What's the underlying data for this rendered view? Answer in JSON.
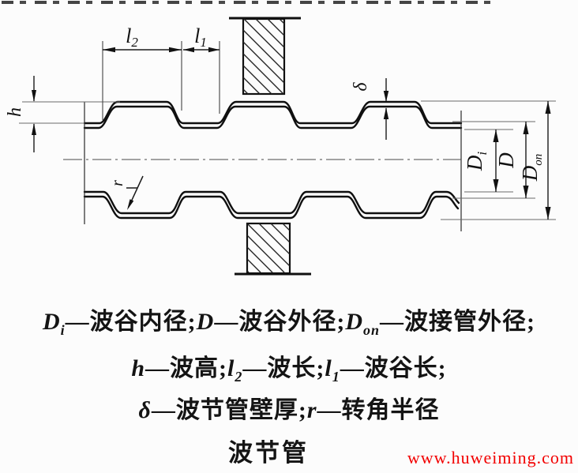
{
  "figure": {
    "caption": "波节管",
    "watermark": "www.huweiming.com",
    "colors": {
      "line": "#141414",
      "extension_line": "#6a6a6a",
      "watermark_red": "#f20000",
      "background": "#fcfcfc"
    }
  },
  "diagram": {
    "labels": {
      "h": {
        "main": "h",
        "sub": ""
      },
      "l2": {
        "main": "l",
        "sub": "2"
      },
      "l1": {
        "main": "l",
        "sub": "1"
      },
      "delta": {
        "main": "δ",
        "sub": ""
      },
      "r": {
        "main": "r",
        "sub": ""
      },
      "Di": {
        "main": "D",
        "sub": "i"
      },
      "D": {
        "main": "D",
        "sub": ""
      },
      "Don": {
        "main": "D",
        "sub": "on"
      }
    }
  },
  "legend": {
    "line1": {
      "v1": "D",
      "v1sub": "i",
      "t1": "—波谷内径;",
      "v2": "D",
      "t2": "—波谷外径;",
      "v3": "D",
      "v3sub": "on",
      "t3": "—波接管外径;"
    },
    "line2": {
      "v1": "h",
      "t1": "—波高;",
      "v2": "l",
      "v2sub": "2",
      "t2": "—波长;",
      "v3": "l",
      "v3sub": "1",
      "t3": "—波谷长;"
    },
    "line3": {
      "v1": "δ",
      "t1": "—波节管壁厚;",
      "v2": "r",
      "t2": "—转角半径"
    }
  }
}
